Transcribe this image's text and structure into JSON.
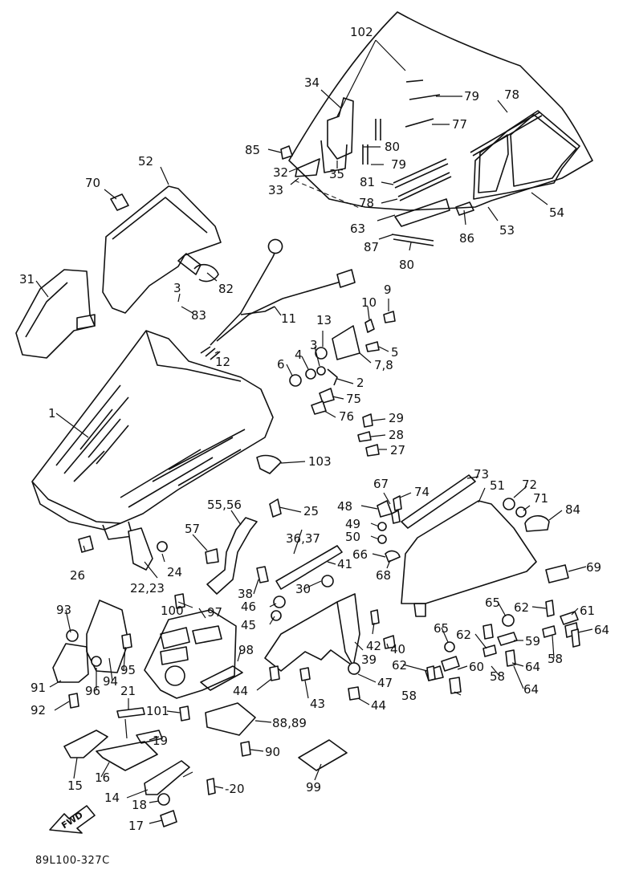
{
  "diagram": {
    "code": "89L100-327C",
    "fwd_label": "FWD",
    "callouts": {
      "102": "102",
      "34": "34",
      "79a": "79",
      "77": "77",
      "78a": "78",
      "85": "85",
      "80a": "80",
      "32": "32",
      "35": "35",
      "79b": "79",
      "33": "33",
      "81": "81",
      "78b": "78",
      "54": "54",
      "63": "63",
      "86": "86",
      "53": "53",
      "87": "87",
      "80b": "80",
      "70": "70",
      "52": "52",
      "82": "82",
      "31": "31",
      "3a": "3",
      "83": "83",
      "11": "11",
      "9": "9",
      "10": "10",
      "13": "13",
      "12": "12",
      "5": "5",
      "78c": "7,8",
      "6": "6",
      "4": "4",
      "3b": "3",
      "2": "2",
      "75": "75",
      "1": "1",
      "76": "76",
      "29": "29",
      "28": "28",
      "27": "27",
      "103": "103",
      "73": "73",
      "67": "67",
      "74": "74",
      "51": "51",
      "72": "72",
      "71": "71",
      "84": "84",
      "55": "55,56",
      "25": "25",
      "48": "48",
      "49": "49",
      "57": "57",
      "50": "50",
      "66": "66",
      "68": "68",
      "26": "26",
      "36": "36,37",
      "41": "41",
      "24": "24",
      "22": "22,23",
      "38": "38",
      "69": "69",
      "100": "100",
      "46": "46",
      "30": "30",
      "97": "97",
      "65a": "65",
      "62a": "62",
      "61": "61",
      "45": "45",
      "93": "93",
      "42": "42",
      "40": "40",
      "65b": "65",
      "62b": "62",
      "64a": "64",
      "59": "59",
      "98": "98",
      "39": "39",
      "58a": "58",
      "64b": "64",
      "95": "95",
      "62c": "62",
      "60": "60",
      "47": "47",
      "91": "91",
      "96": "96",
      "94": "94",
      "58b": "58",
      "64c": "64",
      "44a": "44",
      "43": "43",
      "44b": "44",
      "92": "92",
      "21": "21",
      "101": "101",
      "88": "88,89",
      "19": "19",
      "90": "90",
      "15": "15",
      "16": "16",
      "99": "99",
      "20": "-20",
      "14": "14",
      "18": "18",
      "17": "17"
    }
  }
}
